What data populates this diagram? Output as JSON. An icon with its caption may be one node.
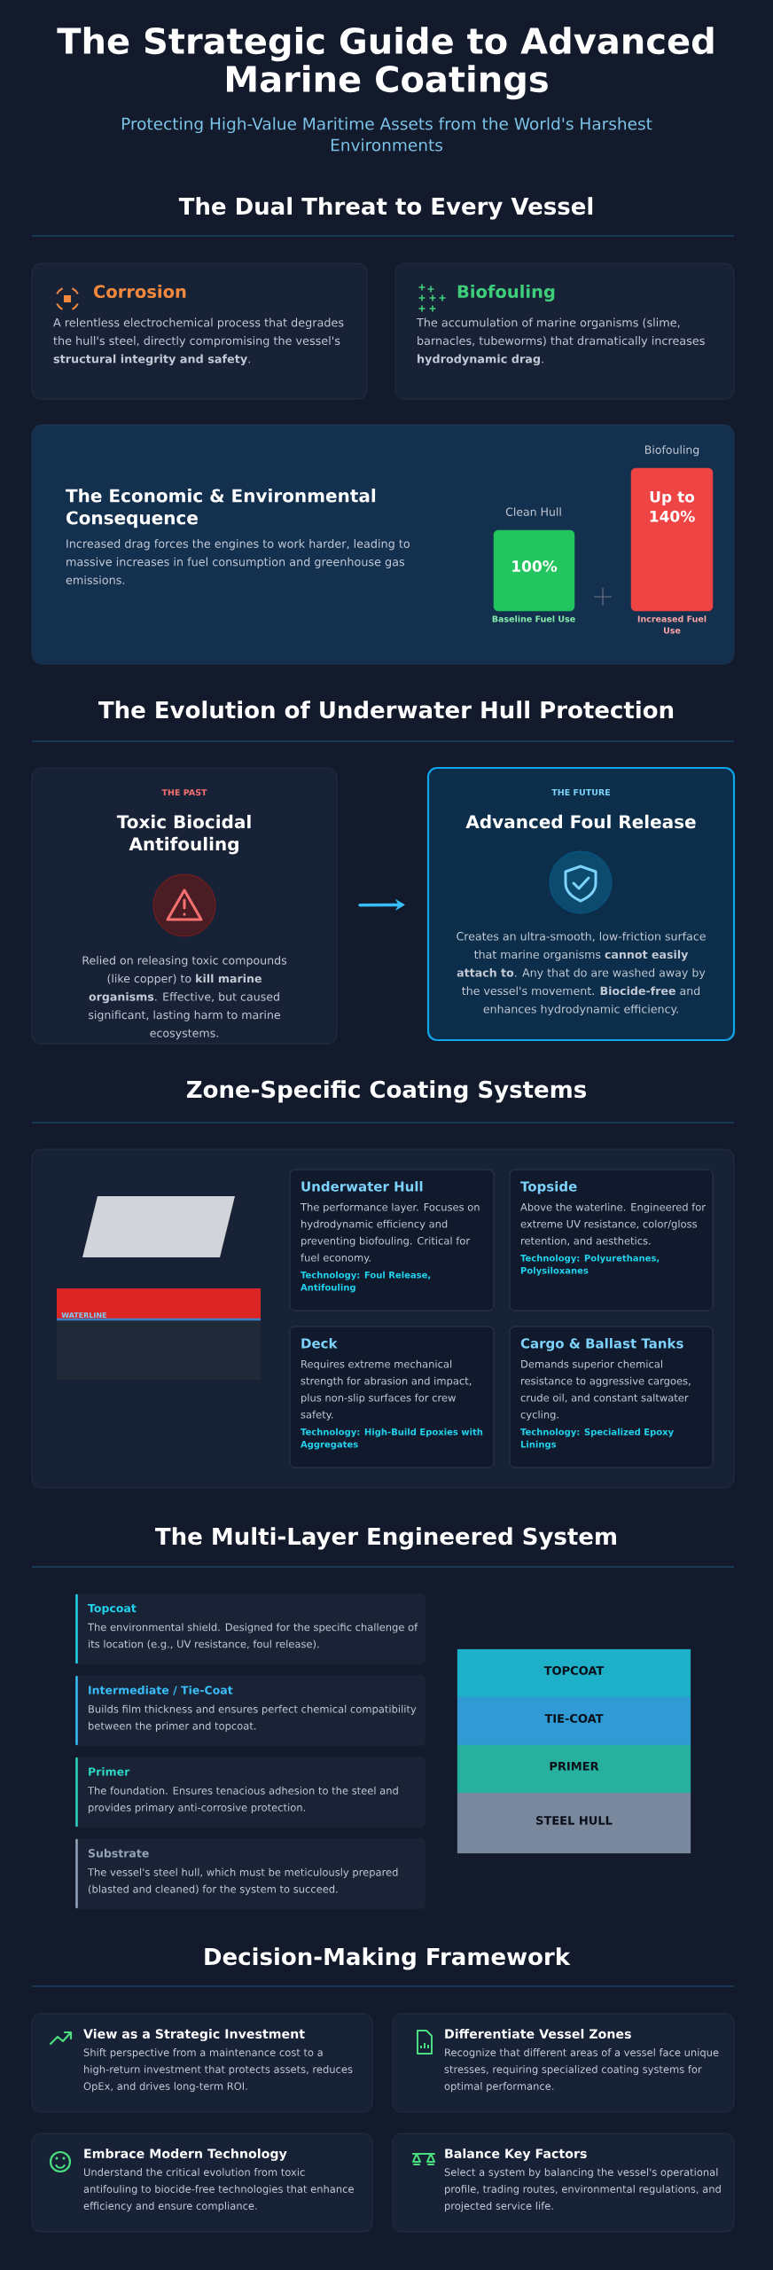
{
  "diagram": {
    "title": "The Strategic Guide to Advanced Marine Coatings",
    "nodes": [
      {
        "text": [
          "Corrosion",
          "A relentless electrochemical process that degrades the hull's steel, directly compromising the vessel's **structural integrity and safety**."
        ]
      },
      {
        "text": [
          "Biofouling",
          "The accumulation of marine organisms (slime, barnacles, tubeworms) that dramatically increases **hydrodynamic drag**."
        ]
      },
      {
        "text": [
          "The Economic & Environmental Consequence",
          "Increased drag forces the engines to work harder, leading to massive increases in fuel consumption and greenhouse gas emissions."
        ]
      },
      {
        "text": [
          "100%"
        ],
        "beside": [
          "Clean Hull",
          "Baseline Fuel Use"
        ],
        "in": 2
      },
      {
        "text": [
          "Up to 140%"
        ],
        "beside": [
          "Biofouling",
          "Increased Fuel Use"
        ],
        "in": 2
      },
      {
        "text": [
          "THE PAST",
          "Toxic Biocidal Antifouling",
          "Relied on releasing toxic compounds (like copper) to **kill marine organisms**. Effective, but caused significant, lasting harm to marine ecosystems."
        ]
      },
      {
        "text": [
          "THE FUTURE",
          "Advanced Foul Release",
          "Creates an ultra-smooth, low-friction surface that marine organisms **cannot easily attach to**. Any that do are washed away by the vessel's movement. **Biocide-free** and enhances hydrodynamic efficiency."
        ]
      },
      {
        "text": [],
        "shape": "box"
      },
      {
        "text": [
          "Underwater Hull",
          "The performance layer. Focuses on hydrodynamic efficiency and preventing biofouling. Critical for fuel economy.",
          "Technology: Foul Release, Antifouling"
        ],
        "in": 7
      },
      {
        "text": [
          "Topside",
          "Above the waterline. Engineered for extreme UV resistance, color/gloss retention, and aesthetics.",
          "Technology: Polyurethanes, Polysiloxanes"
        ],
        "in": 7
      },
      {
        "text": [
          "Deck",
          "Requires extreme mechanical strength for abrasion and impact, plus non-slip surfaces for crew safety.",
          "Technology: High-Build Epoxies with Aggregates"
        ],
        "in": 7
      },
      {
        "text": [
          "Cargo & Ballast Tanks",
          "Demands superior chemical resistance to aggressive cargoes, crude oil, and constant saltwater cycling.",
          "Technology: Specialized Epoxy Linings"
        ],
        "in": 7
      },
      {
        "text": [
          "Topcoat",
          "The environmental shield. Designed for the specific challenge of its location (e.g., UV resistance, foul release)."
        ]
      },
      {
        "text": [
          "Intermediate / Tie-Coat",
          "Builds film thickness and ensures perfect chemical compatibility between the primer and topcoat."
        ]
      },
      {
        "text": [
          "Primer",
          "The foundation. Ensures tenacious adhesion to the steel and provides primary anti-corrosive protection."
        ]
      },
      {
        "text": [
          "Substrate",
          "The vessel's steel hull, which must be meticulously prepared (blasted and cleaned) for the system to succeed."
        ]
      },
      {
        "text": [
          "TOPCOAT"
        ]
      },
      {
        "text": [
          "TIE-COAT"
        ]
      },
      {
        "text": [
          "PRIMER"
        ]
      },
      {
        "text": [
          "STEEL HULL"
        ]
      },
      {
        "text": [
          "View as a Strategic Investment",
          "Shift perspective from a maintenance cost to a high-return investment that protects assets, reduces OpEx, and drives long-term ROI."
        ]
      },
      {
        "text": [
          "Differentiate Vessel Zones",
          "Recognize that different areas of a vessel face unique stresses, requiring specialized coating systems for optimal performance."
        ]
      },
      {
        "text": [
          "Embrace Modern Technology",
          "Understand the critical evolution from toxic antifouling to biocide-free technologies that enhance efficiency and ensure compliance."
        ]
      },
      {
        "text": [
          "Balance Key Factors",
          "Select a system by balancing the vessel's operational profile, trading routes, environmental regulations, and projected service life."
        ]
      }
    ],
    "edges": [
      {
        "from": 5,
        "to": 6,
        "arrow": "to"
      }
    ],
    "labels": [
      "Protecting High-Value Maritime Assets from the World's Harshest Environments",
      "The Dual Threat to Every Vessel",
      "The Evolution of Underwater Hull Protection",
      "Zone-Specific Coating Systems",
      "WATERLINE",
      "The Multi-Layer Engineered System",
      "Decision-Making Framework"
    ]
  }
}
